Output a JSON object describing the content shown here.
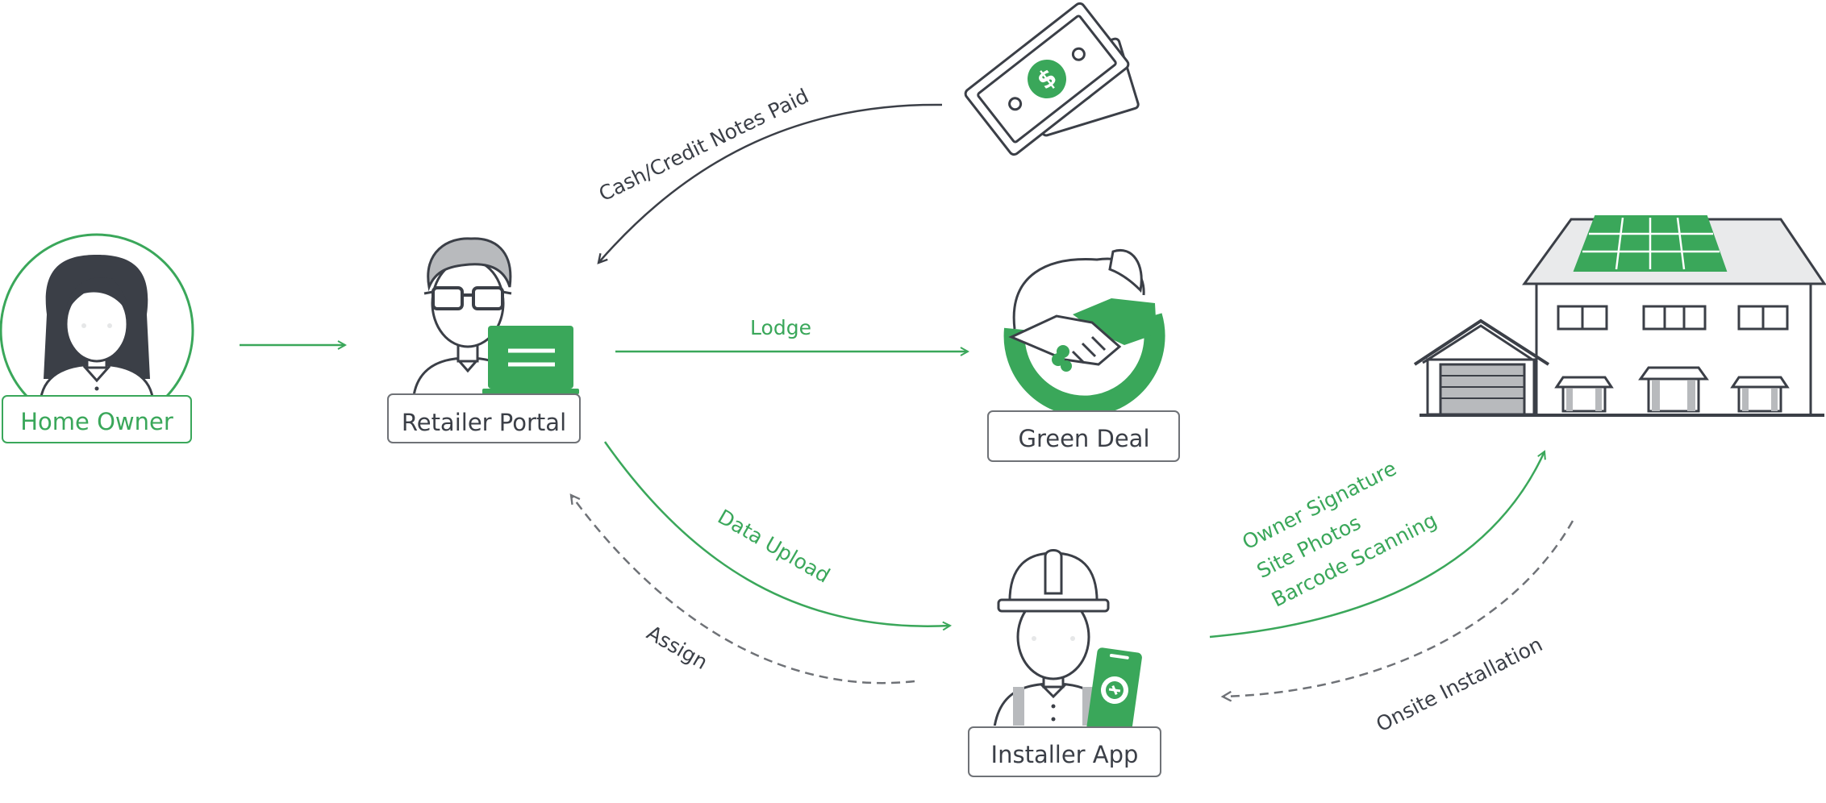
{
  "colors": {
    "green": "#3aa75a",
    "dark": "#3b3f47",
    "grey": "#6f7277",
    "light_grey": "#b8babd",
    "roof": "#e9eaeb"
  },
  "nodes": {
    "home_owner": {
      "label": "Home Owner",
      "icon": "woman-avatar-icon"
    },
    "retailer_portal": {
      "label": "Retailer Portal",
      "icon": "man-laptop-icon"
    },
    "green_deal": {
      "label": "Green Deal",
      "icon": "handshake-leaf-logo-icon"
    },
    "installer_app": {
      "label": "Installer App",
      "icon": "installer-phone-icon"
    },
    "house": {
      "icon": "solar-house-icon"
    },
    "money": {
      "icon": "banknotes-icon"
    }
  },
  "edges": {
    "cash": "Cash/Credit Notes Paid",
    "lodge": "Lodge",
    "data_upload": "Data Upload",
    "assign": "Assign",
    "capture": [
      "Owner Signature",
      "Site Photos",
      "Barcode Scanning"
    ],
    "onsite": "Onsite Installation"
  }
}
